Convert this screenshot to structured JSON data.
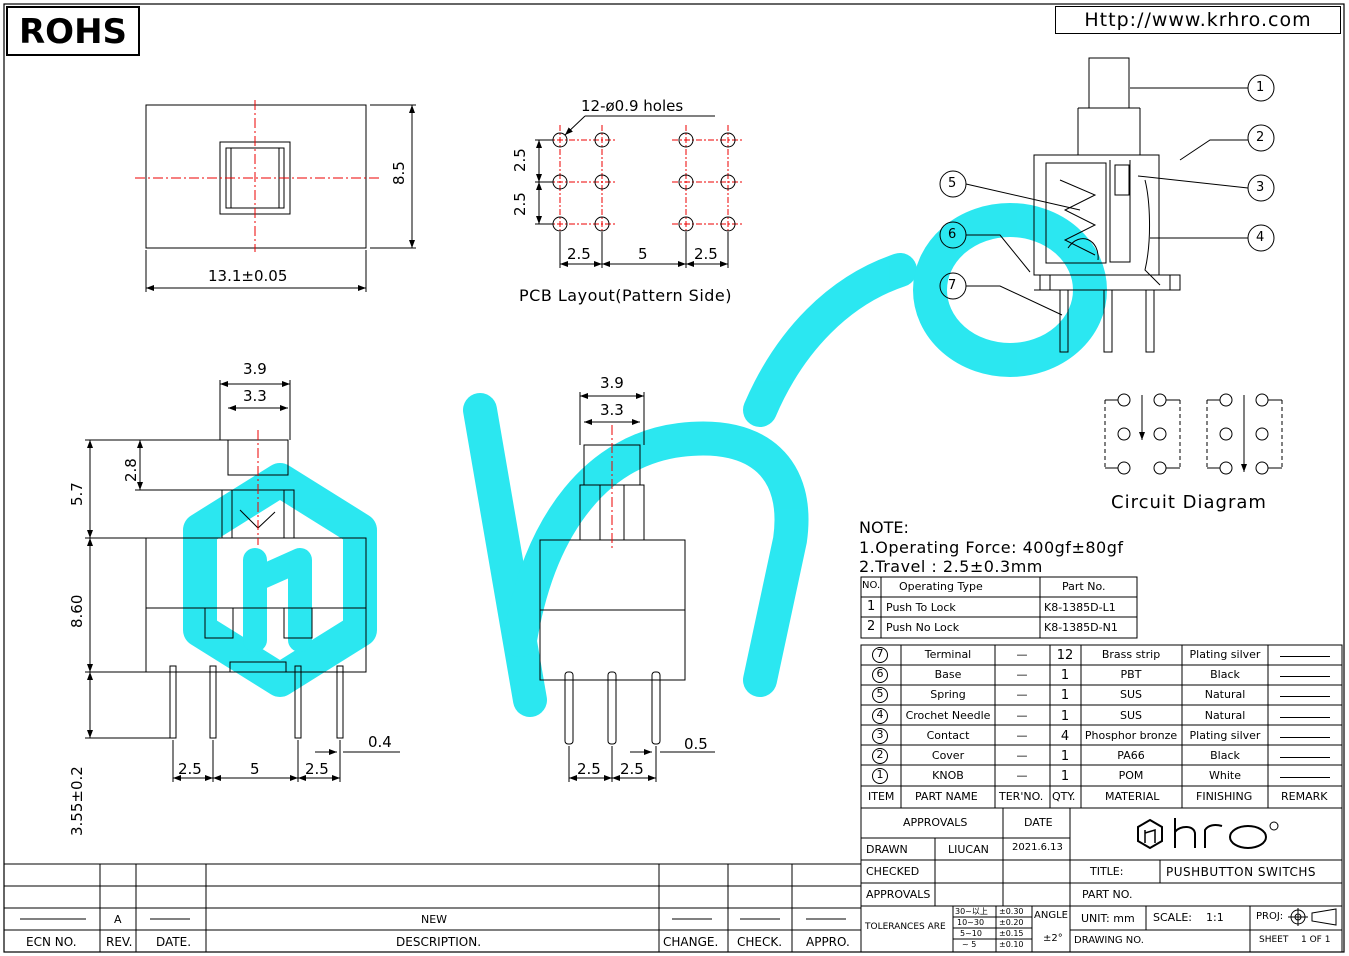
{
  "header": {
    "rohs": "ROHS",
    "url": "Http://www.krhro.com",
    "watermark": "hro",
    "brand_color": "#20e6f0"
  },
  "top_view": {
    "width_dim": "13.1±0.05",
    "height_dim": "8.5"
  },
  "pcb": {
    "holes_label": "12-ø0.9 holes",
    "v_dims": [
      "2.5",
      "2.5"
    ],
    "h_dims": [
      "2.5",
      "5",
      "2.5"
    ],
    "caption": "PCB Layout(Pattern Side)"
  },
  "front_view": {
    "dim_39": "3.9",
    "dim_33": "3.3",
    "dim_28": "2.8",
    "dim_57": "5.7",
    "dim_860": "8.60",
    "dim_355": "3.55±0.2",
    "dim_04": "0.4",
    "bottom_dims": [
      "2.5",
      "5",
      "2.5"
    ]
  },
  "side_view": {
    "dim_39": "3.9",
    "dim_33": "3.3",
    "dim_05": "0.5",
    "bottom_dims": [
      "2.5",
      "2.5"
    ]
  },
  "section_view": {
    "callouts": [
      "1",
      "2",
      "3",
      "4",
      "5",
      "6",
      "7"
    ]
  },
  "circuit": {
    "caption": "Circuit Diagram"
  },
  "notes": {
    "title": "NOTE:",
    "line1": "1.Operating Force: 400gf±80gf",
    "line2": "2.Travel : 2.5±0.3mm"
  },
  "part_table": {
    "headers": [
      "NO.",
      "Operating Type",
      "Part No."
    ],
    "rows": [
      {
        "no": "1",
        "type": "Push To Lock",
        "part": "K8-1385D-L1"
      },
      {
        "no": "2",
        "type": "Push No Lock",
        "part": "K8-1385D-N1"
      }
    ]
  },
  "bom": {
    "rows": [
      {
        "item": "7",
        "name": "Terminal",
        "ter": "—",
        "qty": "12",
        "material": "Brass strip",
        "finishing": "Plating silver",
        "remark": ""
      },
      {
        "item": "6",
        "name": "Base",
        "ter": "—",
        "qty": "1",
        "material": "PBT",
        "finishing": "Black",
        "remark": ""
      },
      {
        "item": "5",
        "name": "Spring",
        "ter": "—",
        "qty": "1",
        "material": "SUS",
        "finishing": "Natural",
        "remark": ""
      },
      {
        "item": "4",
        "name": "Crochet Needle",
        "ter": "—",
        "qty": "1",
        "material": "SUS",
        "finishing": "Natural",
        "remark": ""
      },
      {
        "item": "3",
        "name": "Contact",
        "ter": "—",
        "qty": "4",
        "material": "Phosphor bronze",
        "finishing": "Plating silver",
        "remark": ""
      },
      {
        "item": "2",
        "name": "Cover",
        "ter": "—",
        "qty": "1",
        "material": "PA66",
        "finishing": "Black",
        "remark": ""
      },
      {
        "item": "1",
        "name": "KNOB",
        "ter": "—",
        "qty": "1",
        "material": "POM",
        "finishing": "White",
        "remark": ""
      }
    ],
    "headers": [
      "ITEM",
      "PART NAME",
      "TER'NO.",
      "QTY.",
      "MATERIAL",
      "FINISHING",
      "REMARK"
    ]
  },
  "title_block": {
    "approvals": "APPROVALS",
    "date": "DATE",
    "drawn": "DRAWN",
    "drawn_by": "LIUCAN",
    "drawn_date": "2021.6.13",
    "checked": "CHECKED",
    "approvals2": "APPROVALS",
    "title_label": "TITLE:",
    "title_value": "PUSHBUTTON SWITCHS",
    "part_no_label": "PART NO.",
    "tolerances_label": "TOLERANCES ARE",
    "tol_ranges": [
      "30~以上",
      "10~30",
      "5~10",
      "~ 5"
    ],
    "tol_values": [
      "±0.30",
      "±0.20",
      "±0.15",
      "±0.10"
    ],
    "angle_label": "ANGLE",
    "angle_value": "±2°",
    "unit_label": "UNIT: mm",
    "scale_label": "SCALE:",
    "scale_value": "1:1",
    "proj_label": "PROJ:",
    "drawing_no_label": "DRAWING NO.",
    "sheet_label": "SHEET",
    "sheet_value": "1 OF 1",
    "logo": "hro"
  },
  "revision_block": {
    "rev_value": "A",
    "desc_value": "NEW",
    "headers": [
      "ECN NO.",
      "REV.",
      "DATE.",
      "DESCRIPTION.",
      "CHANGE.",
      "CHECK.",
      "APPRO."
    ]
  }
}
